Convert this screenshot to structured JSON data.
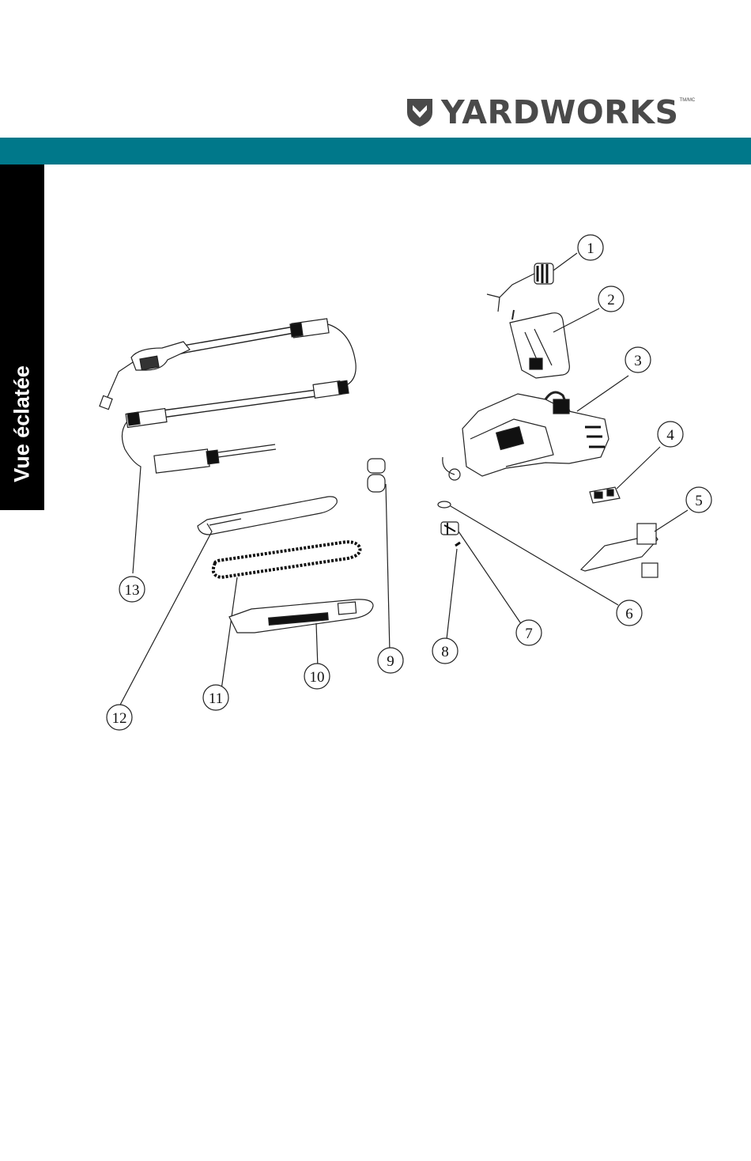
{
  "header": {
    "brand": "YARDWORKS",
    "trademark": "TM/MC",
    "logo_icon": "shield-icon",
    "band_color": "#00788a"
  },
  "side_tab": {
    "label": "Vue éclatée",
    "background": "#000000"
  },
  "diagram": {
    "callouts": [
      {
        "number": "1"
      },
      {
        "number": "2"
      },
      {
        "number": "3"
      },
      {
        "number": "4"
      },
      {
        "number": "5"
      },
      {
        "number": "6"
      },
      {
        "number": "7"
      },
      {
        "number": "8"
      },
      {
        "number": "9"
      },
      {
        "number": "10"
      },
      {
        "number": "11"
      },
      {
        "number": "12"
      },
      {
        "number": "13"
      }
    ]
  }
}
